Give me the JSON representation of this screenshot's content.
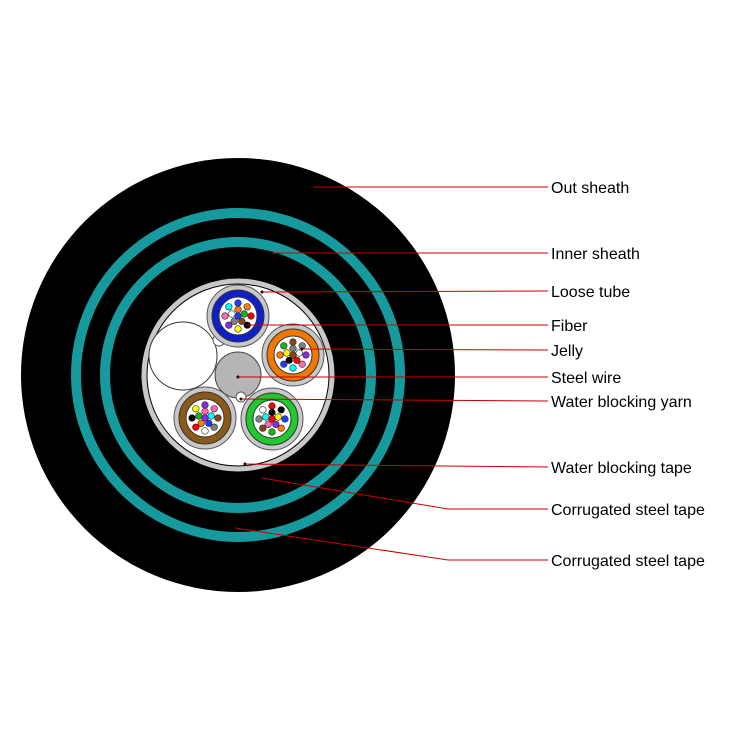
{
  "colors": {
    "sheath": "#000000",
    "armor": "#169a9e",
    "core": "#ffffff",
    "wrap": "#c8c8c8",
    "steel_wire": "#b5b5b5",
    "leader": "#cc0000",
    "tubes": [
      "#1020c8",
      "#f07800",
      "#22c830",
      "#8b5a1a"
    ],
    "fibers": [
      "#1e3cff",
      "#ff7a00",
      "#19b419",
      "#8b4513",
      "#808080",
      "#ffffff",
      "#ff0000",
      "#000000",
      "#ffff00",
      "#8a2be2",
      "#ff69b4",
      "#00ffff"
    ]
  },
  "labels": [
    {
      "id": "out-sheath",
      "text": "Out sheath"
    },
    {
      "id": "inner-sheath",
      "text": "Inner sheath"
    },
    {
      "id": "loose-tube",
      "text": "Loose tube"
    },
    {
      "id": "fiber",
      "text": "Fiber"
    },
    {
      "id": "jelly",
      "text": "Jelly"
    },
    {
      "id": "steel-wire",
      "text": "Steel wire"
    },
    {
      "id": "water-blocking-yarn",
      "text": "Water blocking yarn"
    },
    {
      "id": "water-blocking-tape",
      "text": "Water blocking tape"
    },
    {
      "id": "corrugated-steel-tape-inner",
      "text": "Corrugated steel tape"
    },
    {
      "id": "corrugated-steel-tape-outer",
      "text": "Corrugated steel tape"
    }
  ]
}
